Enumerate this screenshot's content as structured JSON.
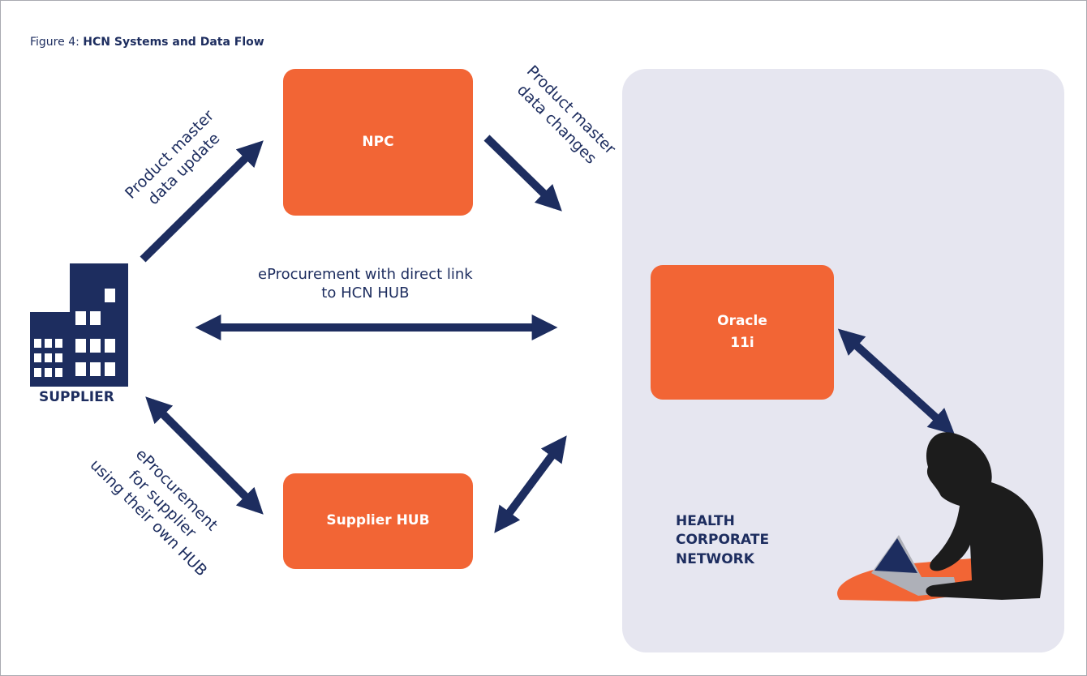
{
  "figure": {
    "caption_prefix": "Figure 4: ",
    "caption_title": "HCN Systems and Data Flow"
  },
  "nodes": {
    "npc": "NPC",
    "oracle_line1": "Oracle",
    "oracle_line2": "11i",
    "supplier_hub": "Supplier HUB",
    "supplier": "SUPPLIER",
    "network_line1": "HEALTH",
    "network_line2": "CORPORATE",
    "network_line3": "NETWORK"
  },
  "flows": {
    "update_line1": "Product master",
    "update_line2": "data update",
    "changes_line1": "Product master",
    "changes_line2": "data changes",
    "direct_line1": "eProcurement with direct link",
    "direct_line2": "to HCN HUB",
    "own_hub_line1": "eProcurement",
    "own_hub_line2": "for supplier",
    "own_hub_line3": "using their own HUB"
  },
  "colors": {
    "navy": "#1d2d5f",
    "orange": "#f26535",
    "panel": "#e6e6f0"
  }
}
